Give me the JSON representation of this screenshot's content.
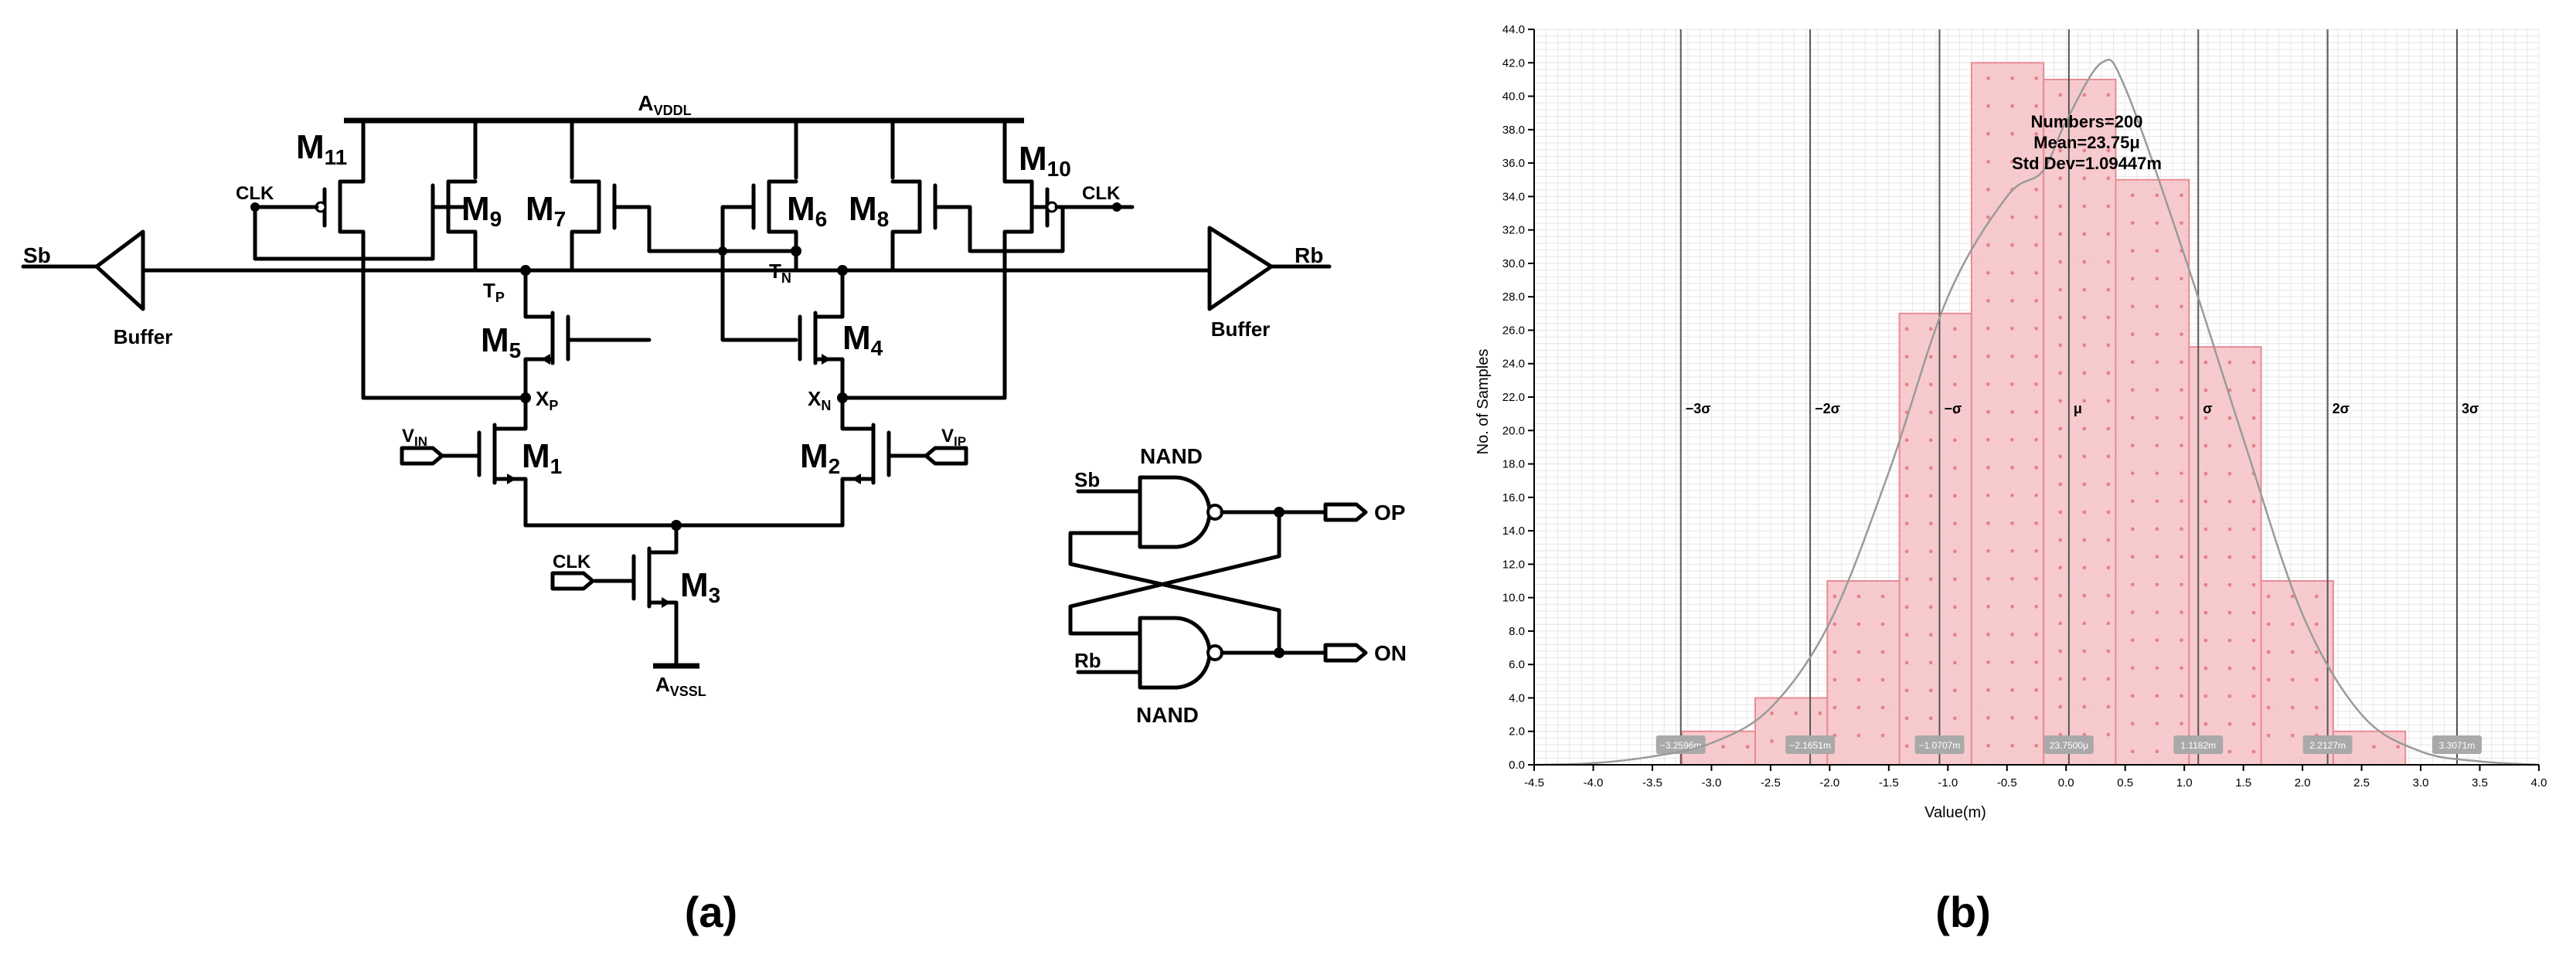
{
  "panel_a": {
    "caption": "(a)",
    "supply_top": "A",
    "supply_top_sub": "VDDL",
    "supply_bottom": "A",
    "supply_bottom_sub": "VSSL",
    "left_input": "Sb",
    "right_output": "Rb",
    "buffer_left": "Buffer",
    "buffer_right": "Buffer",
    "clk": "CLK",
    "vin": "V",
    "vin_sub": "IN",
    "vip": "V",
    "vip_sub": "IP",
    "node_tp": "T",
    "node_tp_sub": "P",
    "node_tn": "T",
    "node_tn_sub": "N",
    "node_xp": "X",
    "node_xp_sub": "P",
    "node_xn": "X",
    "node_xn_sub": "N",
    "transistors": [
      {
        "label": "M",
        "sub": "11"
      },
      {
        "label": "M",
        "sub": "9"
      },
      {
        "label": "M",
        "sub": "7"
      },
      {
        "label": "M",
        "sub": "6"
      },
      {
        "label": "M",
        "sub": "8"
      },
      {
        "label": "M",
        "sub": "10"
      },
      {
        "label": "M",
        "sub": "5"
      },
      {
        "label": "M",
        "sub": "4"
      },
      {
        "label": "M",
        "sub": "1"
      },
      {
        "label": "M",
        "sub": "2"
      },
      {
        "label": "M",
        "sub": "3"
      }
    ],
    "latch": {
      "gate_top": "NAND",
      "gate_bottom": "NAND",
      "in_top": "Sb",
      "in_bottom": "Rb",
      "out_top": "OP",
      "out_bottom": "ON"
    }
  },
  "panel_b": {
    "caption": "(b)",
    "stats": [
      "Numbers=200",
      "Mean=23.75μ",
      "Std Dev=1.09447m"
    ],
    "sigma_labels": [
      "−3σ",
      "−2σ",
      "−σ",
      "μ",
      "σ",
      "2σ",
      "3σ"
    ],
    "sigma_values": [
      "−3.2596m",
      "−2.1651m",
      "−1.0707m",
      "23.7500μ",
      "1.1182m",
      "2.2127m",
      "3.3071m"
    ]
  },
  "chart_data": {
    "type": "bar",
    "xlabel": "Value(m)",
    "ylabel": "No. of Samples",
    "xlim": [
      -4.5,
      4.0
    ],
    "ylim": [
      0,
      44
    ],
    "x_ticks": [
      "-4.5",
      "-4.0",
      "-3.5",
      "-3.0",
      "-2.5",
      "-2.0",
      "-1.5",
      "-1.0",
      "-0.5",
      "0.0",
      "0.5",
      "1.0",
      "1.5",
      "2.0",
      "2.5",
      "3.0",
      "3.5",
      "4.0"
    ],
    "y_ticks": [
      "0.0",
      "2.0",
      "4.0",
      "6.0",
      "8.0",
      "10.0",
      "12.0",
      "14.0",
      "16.0",
      "18.0",
      "20.0",
      "22.0",
      "24.0",
      "26.0",
      "28.0",
      "30.0",
      "32.0",
      "34.0",
      "36.0",
      "38.0",
      "40.0",
      "42.0",
      "44.0"
    ],
    "bins": [
      {
        "x0": -3.25,
        "x1": -2.63,
        "count": 2
      },
      {
        "x0": -2.63,
        "x1": -2.02,
        "count": 4
      },
      {
        "x0": -2.02,
        "x1": -1.41,
        "count": 11
      },
      {
        "x0": -1.41,
        "x1": -0.8,
        "count": 27
      },
      {
        "x0": -0.8,
        "x1": -0.19,
        "count": 42
      },
      {
        "x0": -0.19,
        "x1": 0.42,
        "count": 41
      },
      {
        "x0": 0.42,
        "x1": 1.04,
        "count": 35
      },
      {
        "x0": 1.04,
        "x1": 1.65,
        "count": 25
      },
      {
        "x0": 1.65,
        "x1": 2.26,
        "count": 11
      },
      {
        "x0": 2.26,
        "x1": 2.87,
        "count": 2
      }
    ],
    "sigma_lines": [
      -3.2596,
      -2.1651,
      -1.0707,
      0.02375,
      1.1182,
      2.2127,
      3.3071
    ],
    "density_curve": [
      [
        -4.5,
        0.0
      ],
      [
        -4.0,
        0.1
      ],
      [
        -3.5,
        0.5
      ],
      [
        -3.0,
        1.3
      ],
      [
        -2.5,
        3.4
      ],
      [
        -2.0,
        8.5
      ],
      [
        -1.5,
        17.5
      ],
      [
        -1.0,
        28.0
      ],
      [
        -0.5,
        34.0
      ],
      [
        -0.2,
        35.5
      ],
      [
        0.0,
        38.5
      ],
      [
        0.3,
        42.0
      ],
      [
        0.5,
        40.5
      ],
      [
        1.0,
        30.5
      ],
      [
        1.5,
        19.5
      ],
      [
        2.0,
        9.0
      ],
      [
        2.5,
        3.0
      ],
      [
        3.0,
        0.8
      ],
      [
        3.5,
        0.2
      ],
      [
        4.0,
        0.0
      ]
    ],
    "grid": true,
    "colors": {
      "bar_fill": "#f6c2c6",
      "bar_edge": "#e98a94",
      "curve": "#9a9a9a",
      "sigma_line": "#555555"
    }
  }
}
